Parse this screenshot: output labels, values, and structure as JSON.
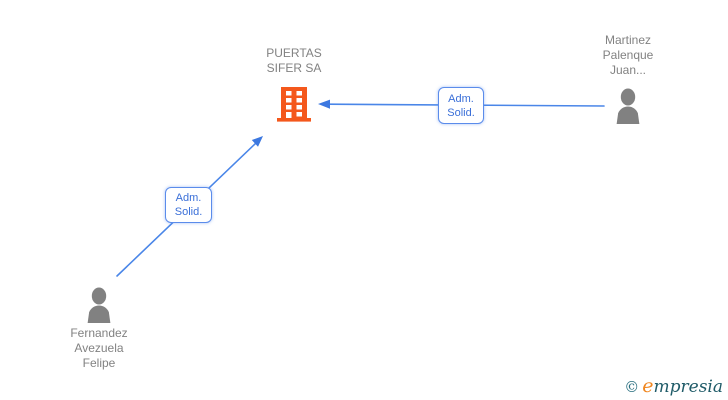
{
  "nodes": {
    "company": {
      "name_lines": [
        "PUERTAS",
        "SIFER SA"
      ],
      "icon": "building-icon",
      "icon_color": "#f4581c"
    },
    "person_right": {
      "name_lines": [
        "Martinez",
        "Palenque",
        "Juan..."
      ],
      "icon": "person-icon",
      "icon_color": "#818181"
    },
    "person_bottom_left": {
      "name_lines": [
        "Fernandez",
        "Avezuela",
        "Felipe"
      ],
      "icon": "person-icon",
      "icon_color": "#818181"
    }
  },
  "edges": [
    {
      "from": "Martinez Palenque Juan...",
      "to": "PUERTAS SIFER SA",
      "label_lines": [
        "Adm.",
        "Solid."
      ]
    },
    {
      "from": "Fernandez Avezuela Felipe",
      "to": "PUERTAS SIFER SA",
      "label_lines": [
        "Adm.",
        "Solid."
      ]
    }
  ],
  "footer": {
    "copyright_symbol": "©",
    "brand_initial": "e",
    "brand_rest": "mpresia"
  },
  "colors": {
    "arrow_blue": "#4a86e8",
    "arrowhead_blue": "#3c78e0",
    "edge_label_border": "#5b8ceb",
    "edge_label_text": "#3a6fd8",
    "node_text_gray": "#828282",
    "building_orange": "#f4581c",
    "person_gray": "#818181",
    "logo_orange": "#f0861f",
    "logo_teal": "#1f5b68"
  }
}
